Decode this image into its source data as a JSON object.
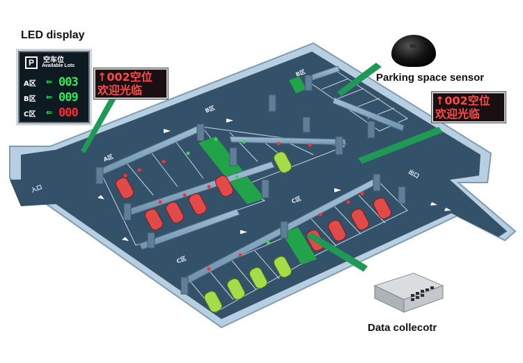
{
  "labels": {
    "led_display": "LED display",
    "sensor": "Parking space sensor",
    "collector": "Data collecotr"
  },
  "led_panel": {
    "title": "空车位",
    "subtitle": "Available Lots",
    "p_icon": "P",
    "zones": [
      {
        "name": "A区",
        "arrow": "⇐",
        "value": "003",
        "color": "#31e85a"
      },
      {
        "name": "B区",
        "arrow": "⇐",
        "value": "009",
        "color": "#31e85a"
      },
      {
        "name": "C区",
        "arrow": "⇐",
        "value": "000",
        "color": "#ff2b2b"
      }
    ]
  },
  "signs": {
    "sign1": {
      "line1": "↑002空位",
      "line2": "欢迎光临"
    },
    "sign2": {
      "line1": "↑002空位",
      "line2": "欢迎光临"
    }
  },
  "floor_text": {
    "a_zone": "A区",
    "b_zone_1": "B区",
    "b_zone_2": "B区",
    "c_zone_1": "C区",
    "c_zone_2": "C区",
    "entrance": "入口",
    "exit": "出口"
  },
  "colors": {
    "floor": "#34516a",
    "wall": "#8daec8",
    "occupied": "#e24a4a",
    "vacant": "#a6dc4a",
    "green_zone": "#21a34a",
    "occupied_light": "#ff3030",
    "free_light": "#36d94a"
  },
  "icons": [
    "parking-icon",
    "left-arrow-icon",
    "up-arrow-icon",
    "sensor-dome-icon",
    "collector-device-icon",
    "car-icon"
  ]
}
